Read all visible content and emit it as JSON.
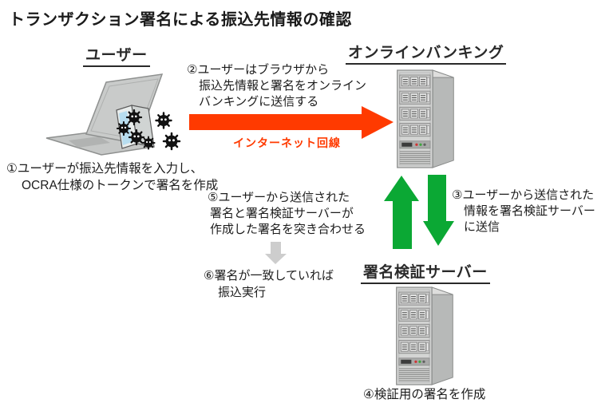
{
  "title": "トランザクション署名による振込先情報の確認",
  "nodes": {
    "user": {
      "label": "ユーザー"
    },
    "online_banking": {
      "label": "オンラインバンキング"
    },
    "verify_server": {
      "label": "署名検証サーバー"
    }
  },
  "steps": {
    "step1": {
      "lines": [
        "①ユーザーが振込先情報を入力し、",
        "OCRA仕様のトークンで署名を作成"
      ]
    },
    "step2": {
      "lines": [
        "②ユーザーはブラウザから",
        "振込先情報と署名をオンライン",
        "バンキングに送信する"
      ]
    },
    "step3": {
      "lines": [
        "③ユーザーから送信された",
        "情報を署名検証サーバー",
        "に送信"
      ]
    },
    "step4": {
      "lines": [
        "④検証用の署名を作成"
      ]
    },
    "step5": {
      "lines": [
        "⑤ユーザーから送信された",
        "署名と署名検証サーバーが",
        "作成した署名を突き合わせる"
      ]
    },
    "step6": {
      "lines": [
        "⑥署名が一致していれば",
        "振込実行"
      ]
    }
  },
  "labels": {
    "internet_line": "インターネット回線"
  },
  "icons": [
    "laptop-illustration",
    "malware-icon",
    "server-icon",
    "right-arrow",
    "up-arrow",
    "down-arrow",
    "small-down-arrow"
  ],
  "colors": {
    "arrow_orange": "#FF3A00",
    "arrow_green": "#0BA834",
    "arrow_gray": "#CDCDCD",
    "internet_label": "#FF3A00",
    "text": "#1C1C1C"
  }
}
